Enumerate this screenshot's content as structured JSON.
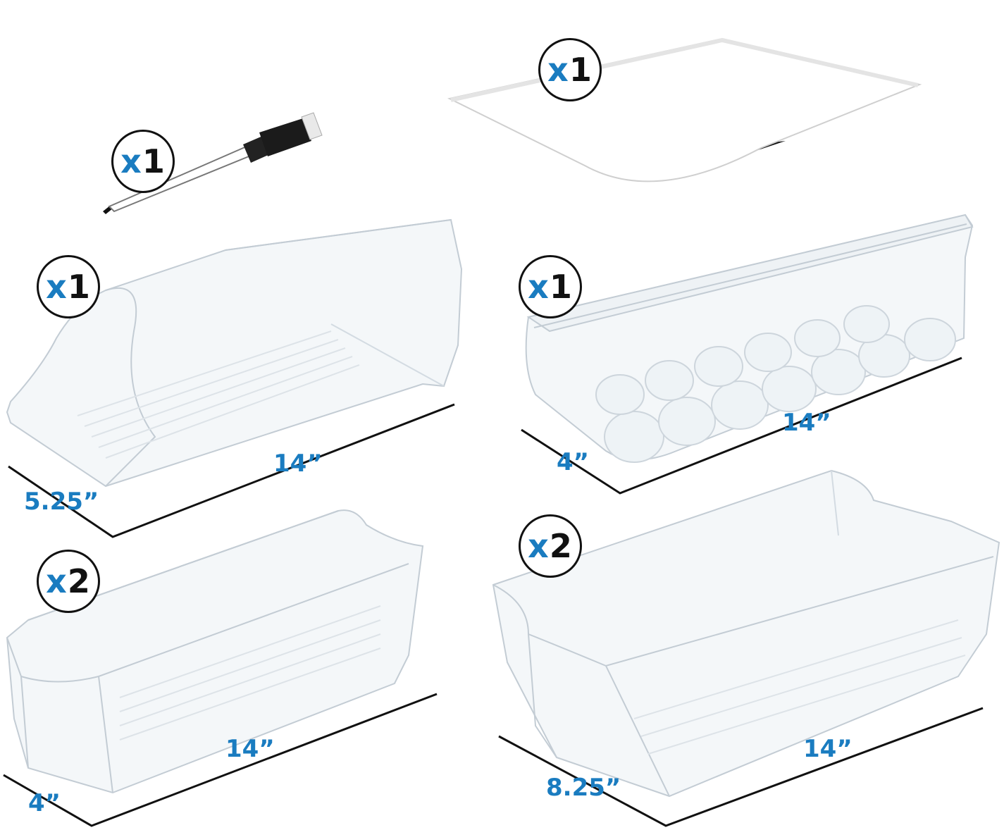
{
  "colors": {
    "accent": "#1a7cc0",
    "ink": "#111111",
    "plastic_edge": "#c9d2da",
    "plastic_fill": "#f3f6f8"
  },
  "items": [
    {
      "name": "magnetic-sheet",
      "qty_prefix": "x",
      "qty_count": "1"
    },
    {
      "name": "marker",
      "qty_prefix": "x",
      "qty_count": "1"
    },
    {
      "name": "can-dispenser-bin",
      "qty_prefix": "x",
      "qty_count": "1",
      "length": "14”",
      "width": "5.25”"
    },
    {
      "name": "egg-holder",
      "qty_prefix": "x",
      "qty_count": "1",
      "length": "14”",
      "width": "4”"
    },
    {
      "name": "narrow-bin",
      "qty_prefix": "x",
      "qty_count": "2",
      "length": "14”",
      "width": "4”"
    },
    {
      "name": "wide-bin",
      "qty_prefix": "x",
      "qty_count": "2",
      "length": "14”",
      "width": "8.25”"
    }
  ]
}
